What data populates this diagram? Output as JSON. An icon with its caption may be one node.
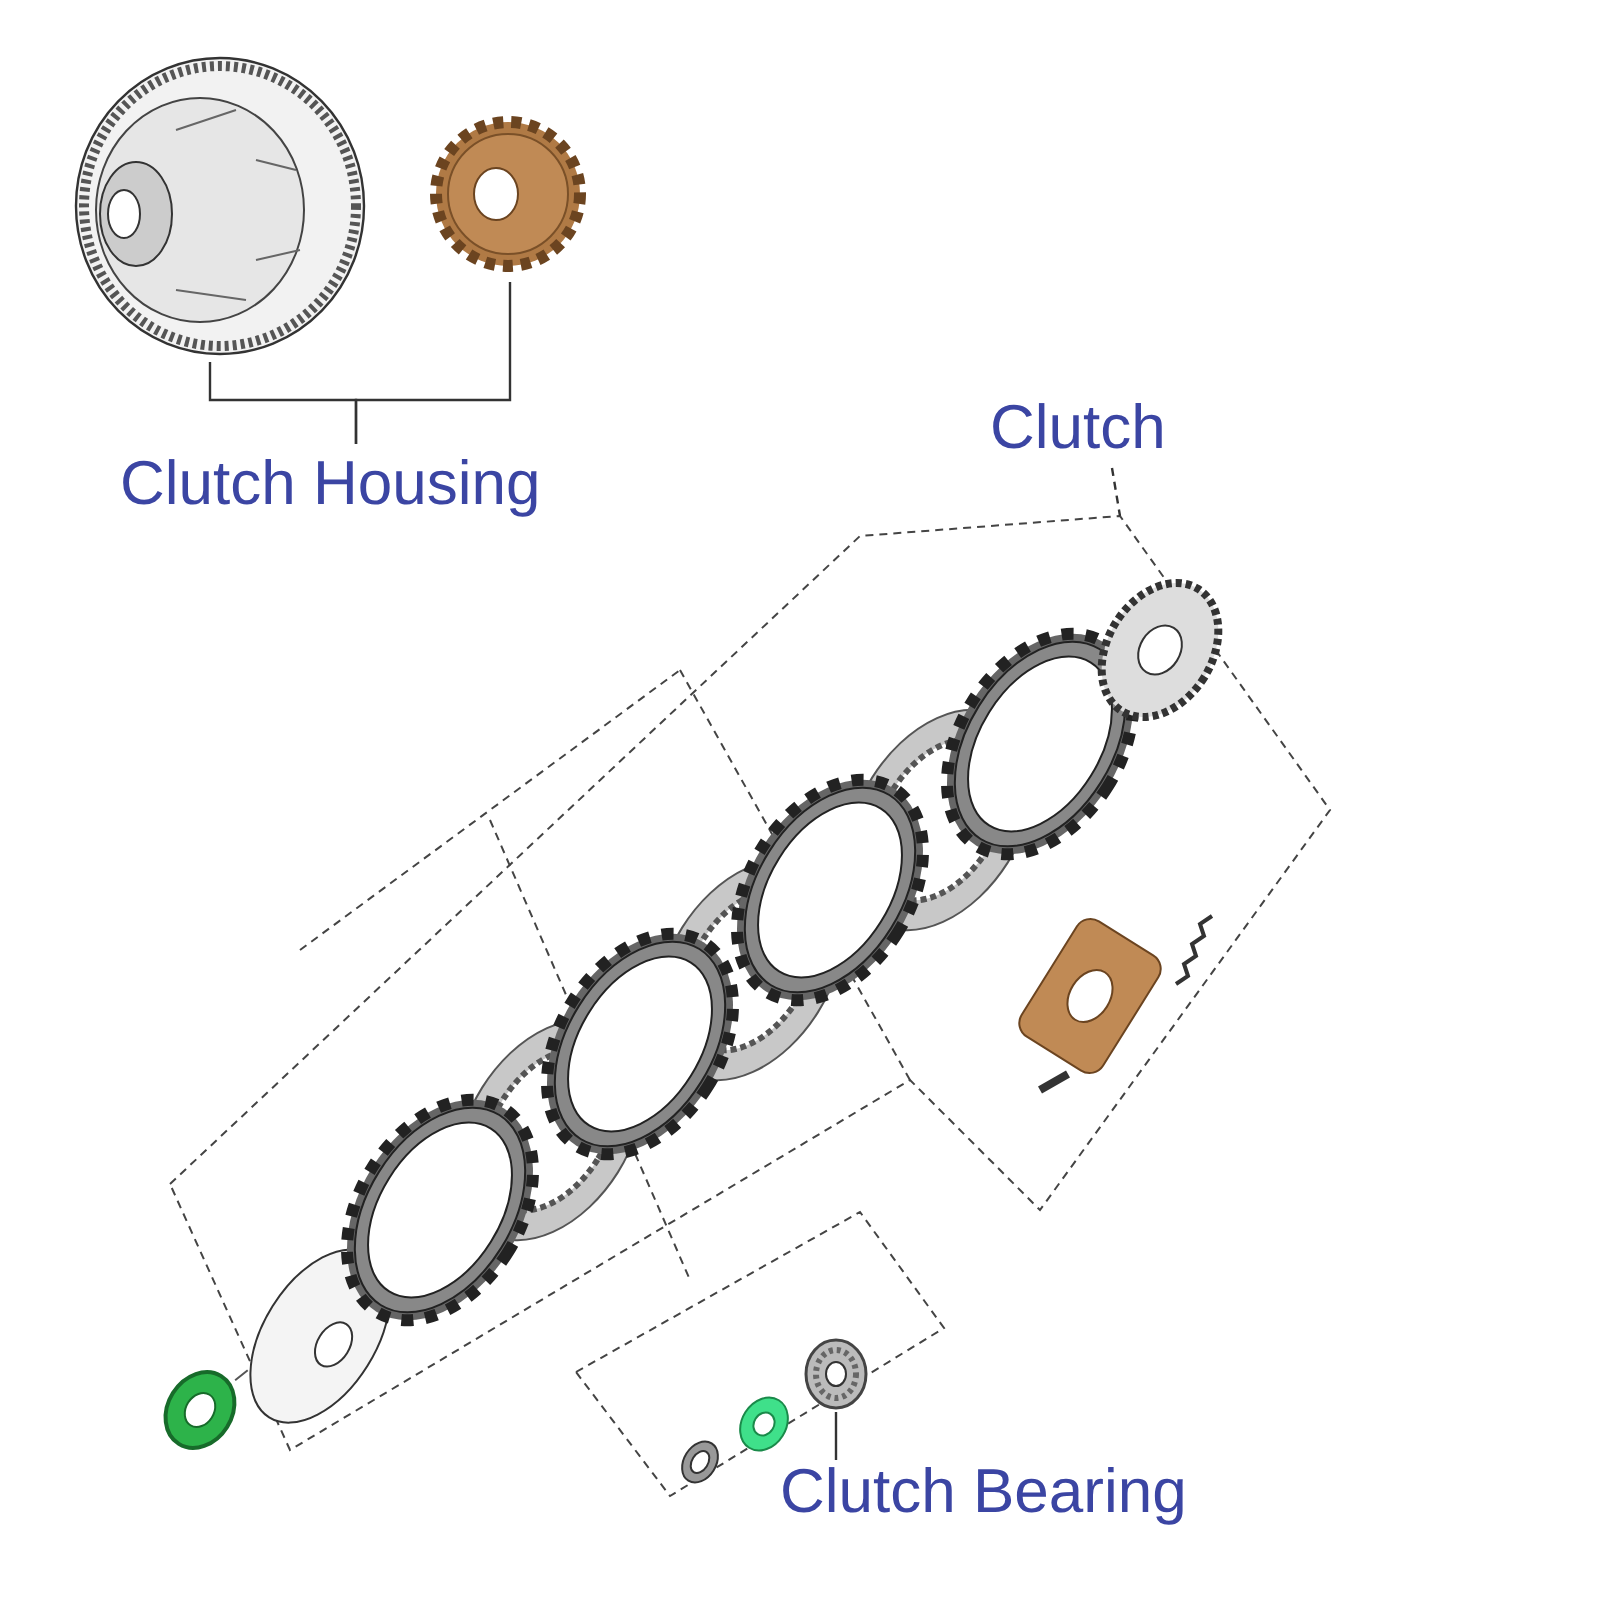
{
  "diagram": {
    "nodes": [
      {
        "text": [
          "Clutch Housing"
        ]
      },
      {
        "text": [],
        "shape": "picture"
      },
      {
        "text": [],
        "shape": "picture"
      },
      {
        "text": [
          "Clutch"
        ]
      },
      {
        "text": [],
        "shape": "picture"
      },
      {
        "text": [
          "Clutch Bearing"
        ]
      },
      {
        "text": [],
        "shape": "picture"
      }
    ],
    "edges": [
      {
        "from": 0,
        "to": 1,
        "arrow": "none"
      },
      {
        "from": 0,
        "to": 2,
        "arrow": "none"
      },
      {
        "from": 3,
        "to": 4,
        "arrow": "none",
        "style": "dashed"
      },
      {
        "from": 5,
        "to": 6,
        "arrow": "none"
      }
    ]
  }
}
